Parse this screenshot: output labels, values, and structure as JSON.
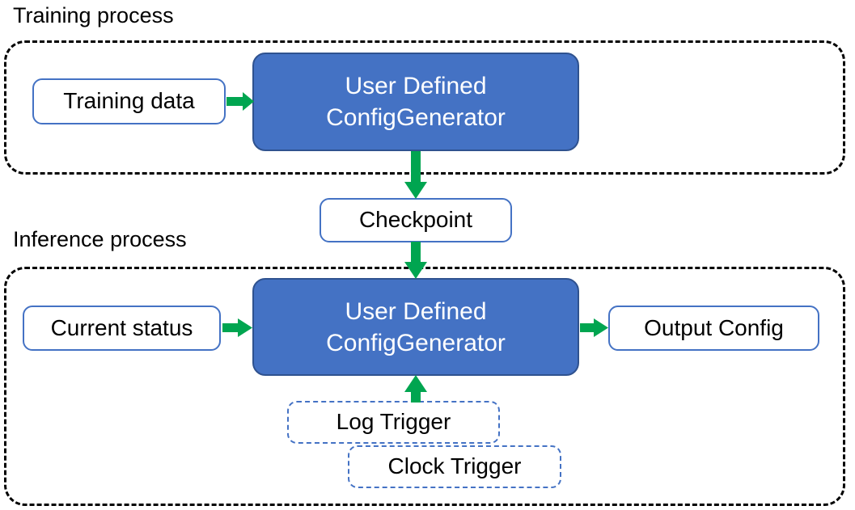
{
  "diagram": {
    "title_training": "Training process",
    "title_inference": "Inference process",
    "colors": {
      "primary_fill": "#4472C4",
      "primary_border": "#2F528F",
      "node_border": "#4472C4",
      "arrow": "#00A550",
      "container_border": "#000000",
      "text_on_primary": "#FFFFFF",
      "text": "#000000",
      "background": "#FFFFFF"
    }
  },
  "training": {
    "container_label": "Training process",
    "nodes": {
      "training_data": "Training data",
      "generator_line1": "User Defined",
      "generator_line2": "ConfigGenerator"
    }
  },
  "bridge": {
    "checkpoint": "Checkpoint"
  },
  "inference": {
    "container_label": "Inference process",
    "nodes": {
      "current_status": "Current status",
      "generator_line1": "User Defined",
      "generator_line2": "ConfigGenerator",
      "output_config": "Output Config",
      "log_trigger": "Log Trigger",
      "clock_trigger": "Clock Trigger"
    }
  },
  "arrows": [
    {
      "name": "training-data-to-generator",
      "from": "Training data",
      "to": "User Defined ConfigGenerator",
      "direction": "right"
    },
    {
      "name": "generator-to-checkpoint",
      "from": "User Defined ConfigGenerator",
      "to": "Checkpoint",
      "direction": "down"
    },
    {
      "name": "checkpoint-to-inference-generator",
      "from": "Checkpoint",
      "to": "User Defined ConfigGenerator",
      "direction": "down"
    },
    {
      "name": "current-status-to-generator",
      "from": "Current status",
      "to": "User Defined ConfigGenerator",
      "direction": "right"
    },
    {
      "name": "generator-to-output-config",
      "from": "User Defined ConfigGenerator",
      "to": "Output Config",
      "direction": "right"
    },
    {
      "name": "triggers-to-generator",
      "from": "Log Trigger",
      "to": "User Defined ConfigGenerator",
      "direction": "up"
    }
  ]
}
